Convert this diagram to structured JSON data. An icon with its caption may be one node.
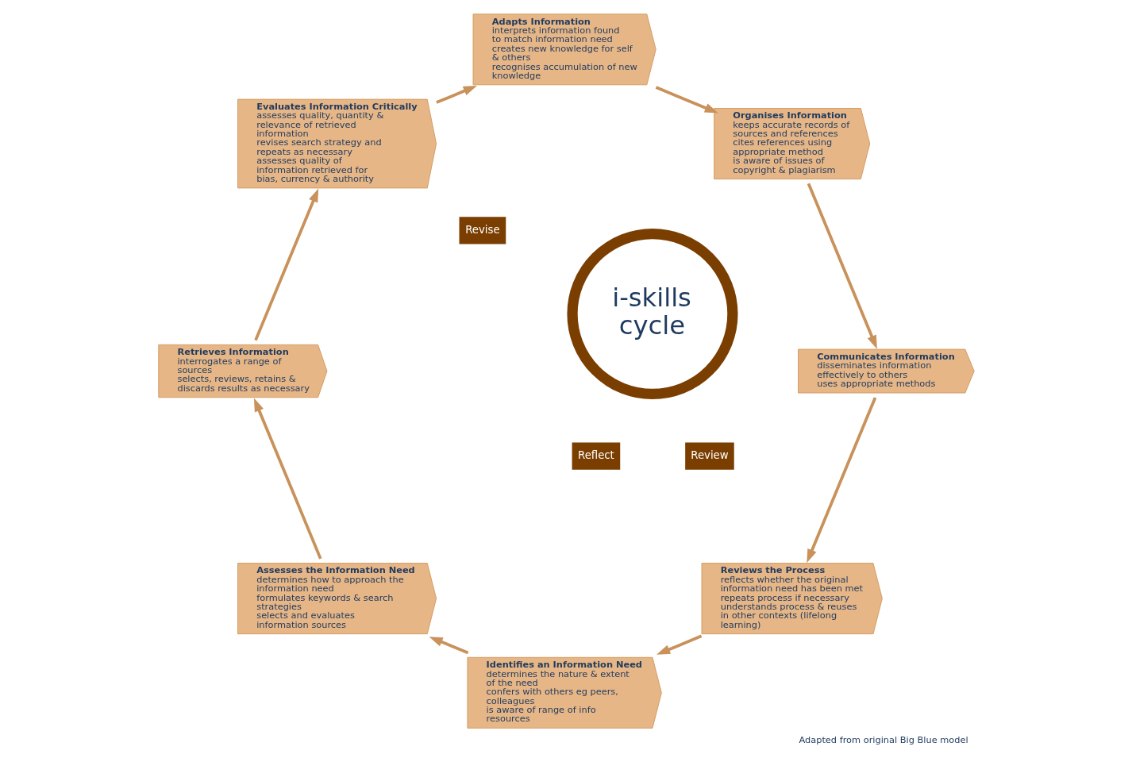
{
  "diagram": {
    "caption": "Adapted from original Big Blue model",
    "nodes": [
      {
        "text": [
          "Reviews the Process",
          "reflects whether the original information need has been met",
          "repeats process if necessary",
          "understands process & reuses in other contexts (lifelong learning)"
        ]
      },
      {
        "text": [
          "Identifies an Information Need",
          "determines the nature & extent of the need",
          "confers with others eg peers, colleagues",
          "is aware of range of info resources"
        ]
      },
      {
        "text": [
          "Communicates Information",
          "disseminates information effectively to others",
          "uses appropriate methods"
        ]
      },
      {
        "text": [
          "Assesses the Information Need",
          "determines how to approach the information need",
          "formulates keywords & search strategies",
          "selects and evaluates information sources"
        ]
      },
      {
        "text": [
          "Organises Information",
          "keeps accurate records of sources and references",
          "cites references using appropriate method",
          "is aware of issues of copyright & plagiarism"
        ]
      },
      {
        "text": [
          "Retrieves Information",
          "interrogates a range of sources",
          "selects, reviews, retains & discards results as necessary"
        ]
      },
      {
        "text": [
          "Adapts Information",
          "interprets information found to match information need",
          "creates new knowledge for self & others",
          "recognises accumulation of new knowledge"
        ]
      },
      {
        "text": [
          "Evaluates Information Critically",
          "assesses quality, quantity & relevance of retrieved information",
          "revises search strategy and repeats as necessary",
          "assesses quality of information retrieved for bias, currency & authority"
        ]
      },
      {
        "text": [
          "i-skills cycle"
        ]
      }
    ],
    "edges": [
      {
        "from": 1,
        "to": 3,
        "arrow": "to"
      },
      {
        "from": 3,
        "to": 5,
        "arrow": "to"
      },
      {
        "from": 5,
        "to": 7,
        "arrow": "to"
      },
      {
        "from": 7,
        "to": 6,
        "arrow": "to"
      },
      {
        "from": 6,
        "to": 4,
        "arrow": "to"
      },
      {
        "from": 4,
        "to": 2,
        "arrow": "to"
      },
      {
        "from": 2,
        "to": 0,
        "arrow": "to"
      },
      {
        "from": 0,
        "to": 1,
        "arrow": "to"
      }
    ],
    "labels": [
      "Reflect",
      "Review",
      "Revise"
    ]
  }
}
